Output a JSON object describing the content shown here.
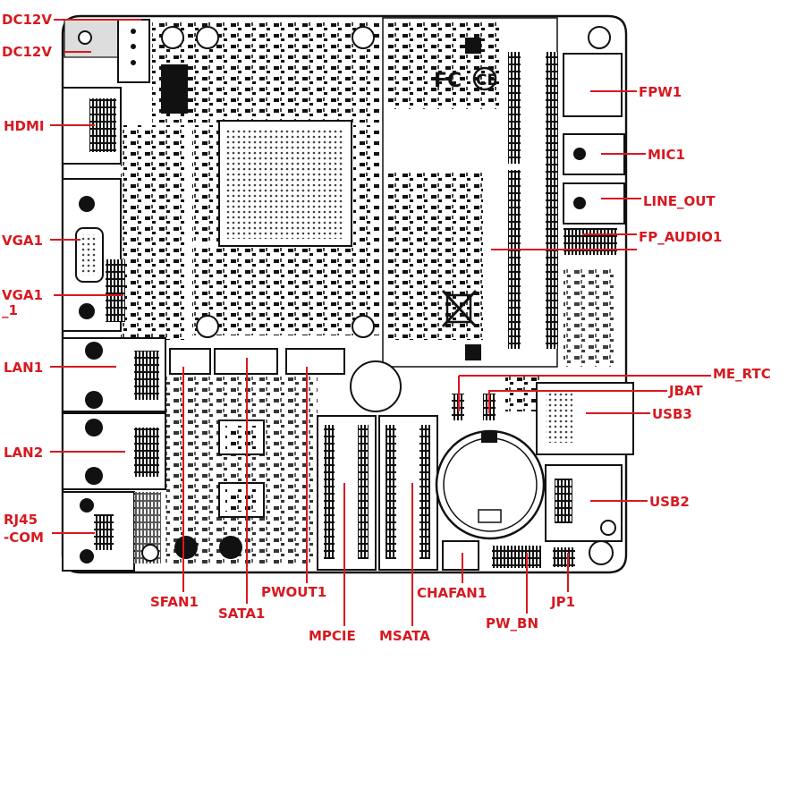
{
  "labels": {
    "dc12v_top": "DC12V",
    "dc12v_bottom": "DC12V",
    "hdmi": "HDMI",
    "vga1": "VGA1",
    "vga1_1": "VGA1",
    "vga1_1_suffix": "_1",
    "lan1": "LAN1",
    "lan2": "LAN2",
    "rj45": "RJ45",
    "com": "-COM",
    "fpw1": "FPW1",
    "mic1": "MIC1",
    "line_out": "LINE_OUT",
    "fp_audio1": "FP_AUDIO1",
    "me_rtc": "ME_RTC",
    "jbat": "JBAT",
    "usb3": "USB3",
    "usb2": "USB2",
    "sfan1": "SFAN1",
    "sata1": "SATA1",
    "pwout1": "PWOUT1",
    "mpcie": "MPCIE",
    "msata": "MSATA",
    "chafan1": "CHAFAN1",
    "pw_bn": "PW_BN",
    "jp1": "JP1"
  },
  "board": {
    "logos": [
      "FC",
      "CE"
    ]
  },
  "colors": {
    "label": "#d71920",
    "board_line": "#111111",
    "background": "#ffffff"
  }
}
